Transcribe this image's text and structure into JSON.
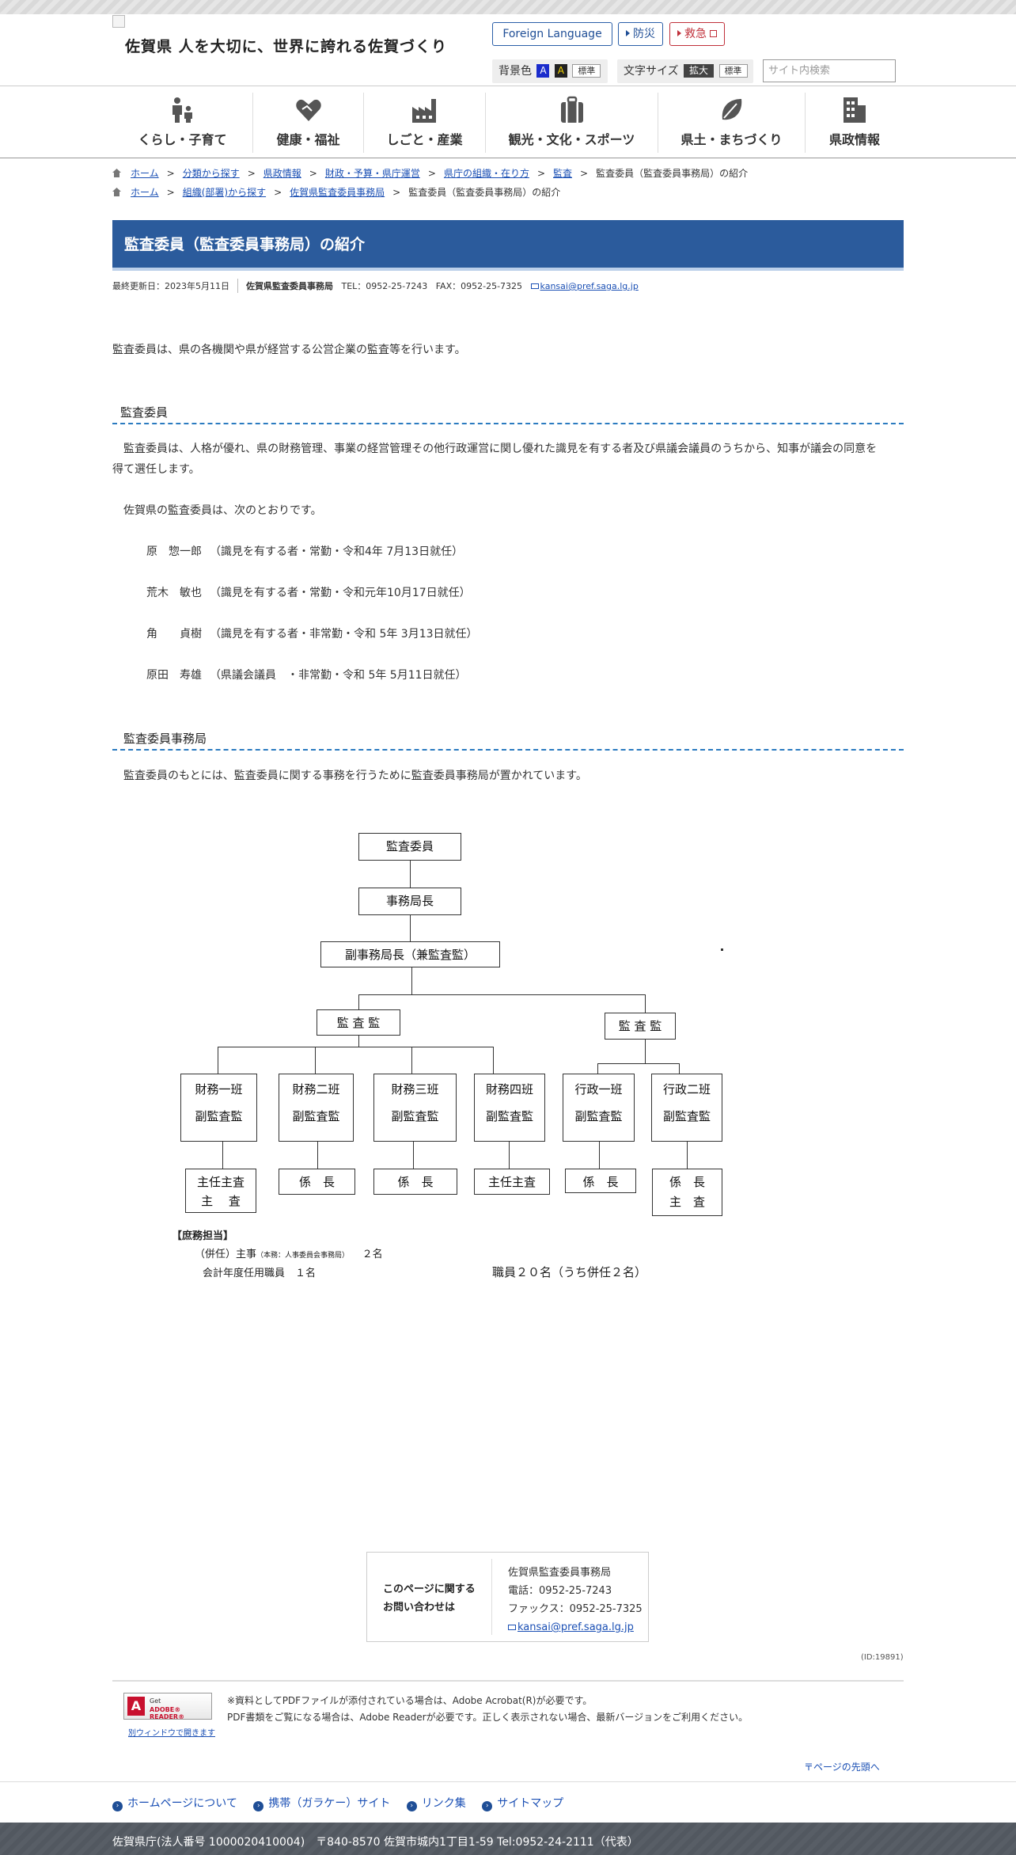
{
  "header": {
    "site_title": "佐賀県 人を大切に、世界に誇れる佐賀づくり",
    "foreign_language": "Foreign Language",
    "bousai": "防災",
    "kyukyu": "救急",
    "bg_color_label": "背景色",
    "bg_blue": "A",
    "bg_yellow": "A",
    "bg_standard": "標準",
    "font_size_label": "文字サイズ",
    "font_big": "拡大",
    "font_standard": "標準",
    "search_placeholder": "サイト内検索"
  },
  "gnav": [
    {
      "label": "くらし・子育て",
      "icon": "family-icon"
    },
    {
      "label": "健康・福祉",
      "icon": "heart-hands-icon"
    },
    {
      "label": "しごと・産業",
      "icon": "factory-icon"
    },
    {
      "label": "観光・文化・スポーツ",
      "icon": "suitcase-icon"
    },
    {
      "label": "県土・まちづくり",
      "icon": "leaf-icon"
    },
    {
      "label": "県政情報",
      "icon": "building-icon"
    }
  ],
  "breadcrumb1": [
    "ホーム",
    "分類から探す",
    "県政情報",
    "財政・予算・県庁運営",
    "県庁の組織・在り方",
    "監査",
    "監査委員（監査委員事務局）の紹介"
  ],
  "breadcrumb2": [
    "ホーム",
    "組織(部署)から探す",
    "佐賀県監査委員事務局",
    "監査委員（監査委員事務局）の紹介"
  ],
  "page": {
    "title": "監査委員（監査委員事務局）の紹介",
    "updated": "最終更新日：2023年5月11日",
    "dept": "佐賀県監査委員事務局",
    "tel": "TEL：0952-25-7243",
    "fax": "FAX：0952-25-7325",
    "email": "kansai@pref.saga.lg.jp",
    "intro": "監査委員は、県の各機関や県が経営する公営企業の監査等を行います。"
  },
  "section1": {
    "heading": "監査委員",
    "p1a": "監査委員は、人格が優れ、県の財務管理、事業の経営管理その他行政運営に関し優れた識見を有する者及び県議会議員のうちから、知事が議会の同意を",
    "p1b": "得て選任します。",
    "p2": "佐賀県の監査委員は、次のとおりです。",
    "members": [
      {
        "name": "原　惣一郎",
        "desc": "（識見を有する者・常勤・令和4年 7月13日就任）"
      },
      {
        "name": "荒木　敏也",
        "desc": "（識見を有する者・常勤・令和元年10月17日就任）"
      },
      {
        "name": "角　　貞樹",
        "desc": "（識見を有する者・非常勤・令和 5年 3月13日就任）"
      },
      {
        "name": "原田　寿雄",
        "desc": "（県議会議員　・非常勤・令和 5年 5月11日就任）"
      }
    ]
  },
  "section2": {
    "heading": "監査委員事務局",
    "p1": "監査委員のもとには、監査委員に関する事務を行うために監査委員事務局が置かれています。"
  },
  "org": {
    "top": "監査委員",
    "director": "事務局長",
    "deputy": "副事務局長（兼監査監）",
    "auditor_left": "監 査 監",
    "auditor_right": "監 査 監",
    "teams": [
      {
        "name": "財務一班",
        "sub": "副監査監"
      },
      {
        "name": "財務二班",
        "sub": "副監査監"
      },
      {
        "name": "財務三班",
        "sub": "副監査監"
      },
      {
        "name": "財務四班",
        "sub": "副監査監"
      },
      {
        "name": "行政一班",
        "sub": "副監査監"
      },
      {
        "name": "行政二班",
        "sub": "副監査監"
      }
    ],
    "staff": [
      {
        "l1": "主任主査",
        "l2": "主　 査"
      },
      {
        "l1": "係　長",
        "l2": ""
      },
      {
        "l1": "係　長",
        "l2": ""
      },
      {
        "l1": "主任主査",
        "l2": ""
      },
      {
        "l1": "係　長",
        "l2": ""
      },
      {
        "l1": "係　長",
        "l2": "主　査"
      }
    ],
    "note_title": "【庶務担当】",
    "note_l1a": "（併任）主事",
    "note_l1b": "（本務：人事委員会事務局）",
    "note_l1c": "２名",
    "note_l2": "会計年度任用職員　１名",
    "total": "職員２０名（うち併任２名）"
  },
  "contact": {
    "head1": "このページに関する",
    "head2": "お問い合わせは",
    "dept": "佐賀県監査委員事務局",
    "tel": "電話：0952-25-7243",
    "fax": "ファックス：0952-25-7325",
    "email": "kansai@pref.saga.lg.jp"
  },
  "page_id": "(ID:19891)",
  "adobe": {
    "t1": "Get",
    "t2": "ADOBE® READER®",
    "new_window": "別ウィンドウで開きます",
    "note1": "※資料としてPDFファイルが添付されている場合は、Adobe Acrobat(R)が必要です。",
    "note2": "PDF書類をご覧になる場合は、Adobe Readerが必要です。正しく表示されない場合、最新バージョンをご利用ください。"
  },
  "totop": "ページの先頭へ",
  "footer": {
    "links": [
      "ホームページについて",
      "携帯（ガラケー）サイト",
      "リンク集",
      "サイトマップ"
    ],
    "address": "佐賀県庁(法人番号 1000020410004)　〒840-8570 佐賀市城内1丁目1-59  Tel:0952-24-2111（代表）"
  },
  "colors": {
    "accent": "#2b5b9c",
    "link": "#1a4fb4",
    "danger": "#c0303a"
  }
}
